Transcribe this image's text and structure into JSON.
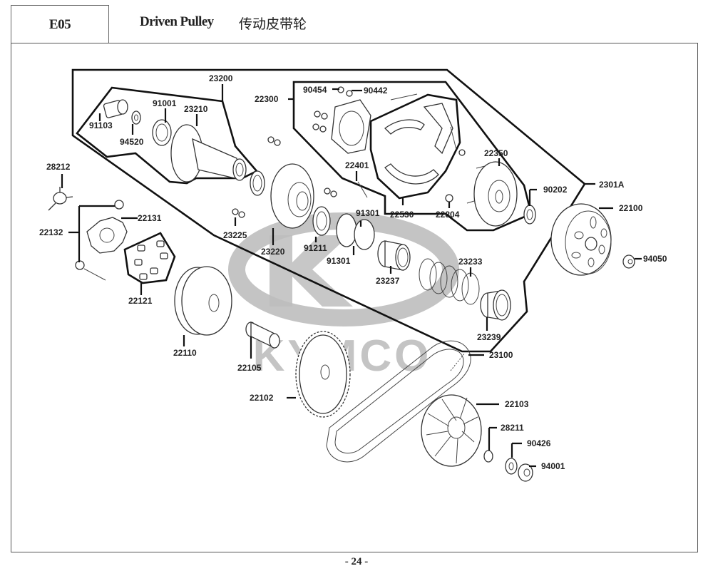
{
  "header": {
    "section_code": "E05",
    "title": "Driven Pulley",
    "title_cn": "传动皮带轮"
  },
  "watermark": {
    "brand": "KYMCO"
  },
  "parts": {
    "p23200": "23200",
    "p22300": "22300",
    "p90454": "90454",
    "p90442": "90442",
    "p91103": "91103",
    "p91001": "91001",
    "p23210": "23210",
    "p94520": "94520",
    "p28212": "28212",
    "p22131": "22131",
    "p22132": "22132",
    "p22121": "22121",
    "p23225": "23225",
    "p23220": "23220",
    "p91211": "91211",
    "p91301a": "91301",
    "p91301b": "91301",
    "p22401": "22401",
    "p22530": "22530",
    "p22804": "22804",
    "p22350": "22350",
    "p90202": "90202",
    "p2301A": "2301A",
    "p22100": "22100",
    "p94050": "94050",
    "p23237": "23237",
    "p23233": "23233",
    "p23239": "23239",
    "p22110": "22110",
    "p22105": "22105",
    "p23100": "23100",
    "p22102": "22102",
    "p22103": "22103",
    "p28211": "28211",
    "p90426": "90426",
    "p94001": "94001"
  },
  "footer": {
    "page_number": "- 24 -"
  }
}
